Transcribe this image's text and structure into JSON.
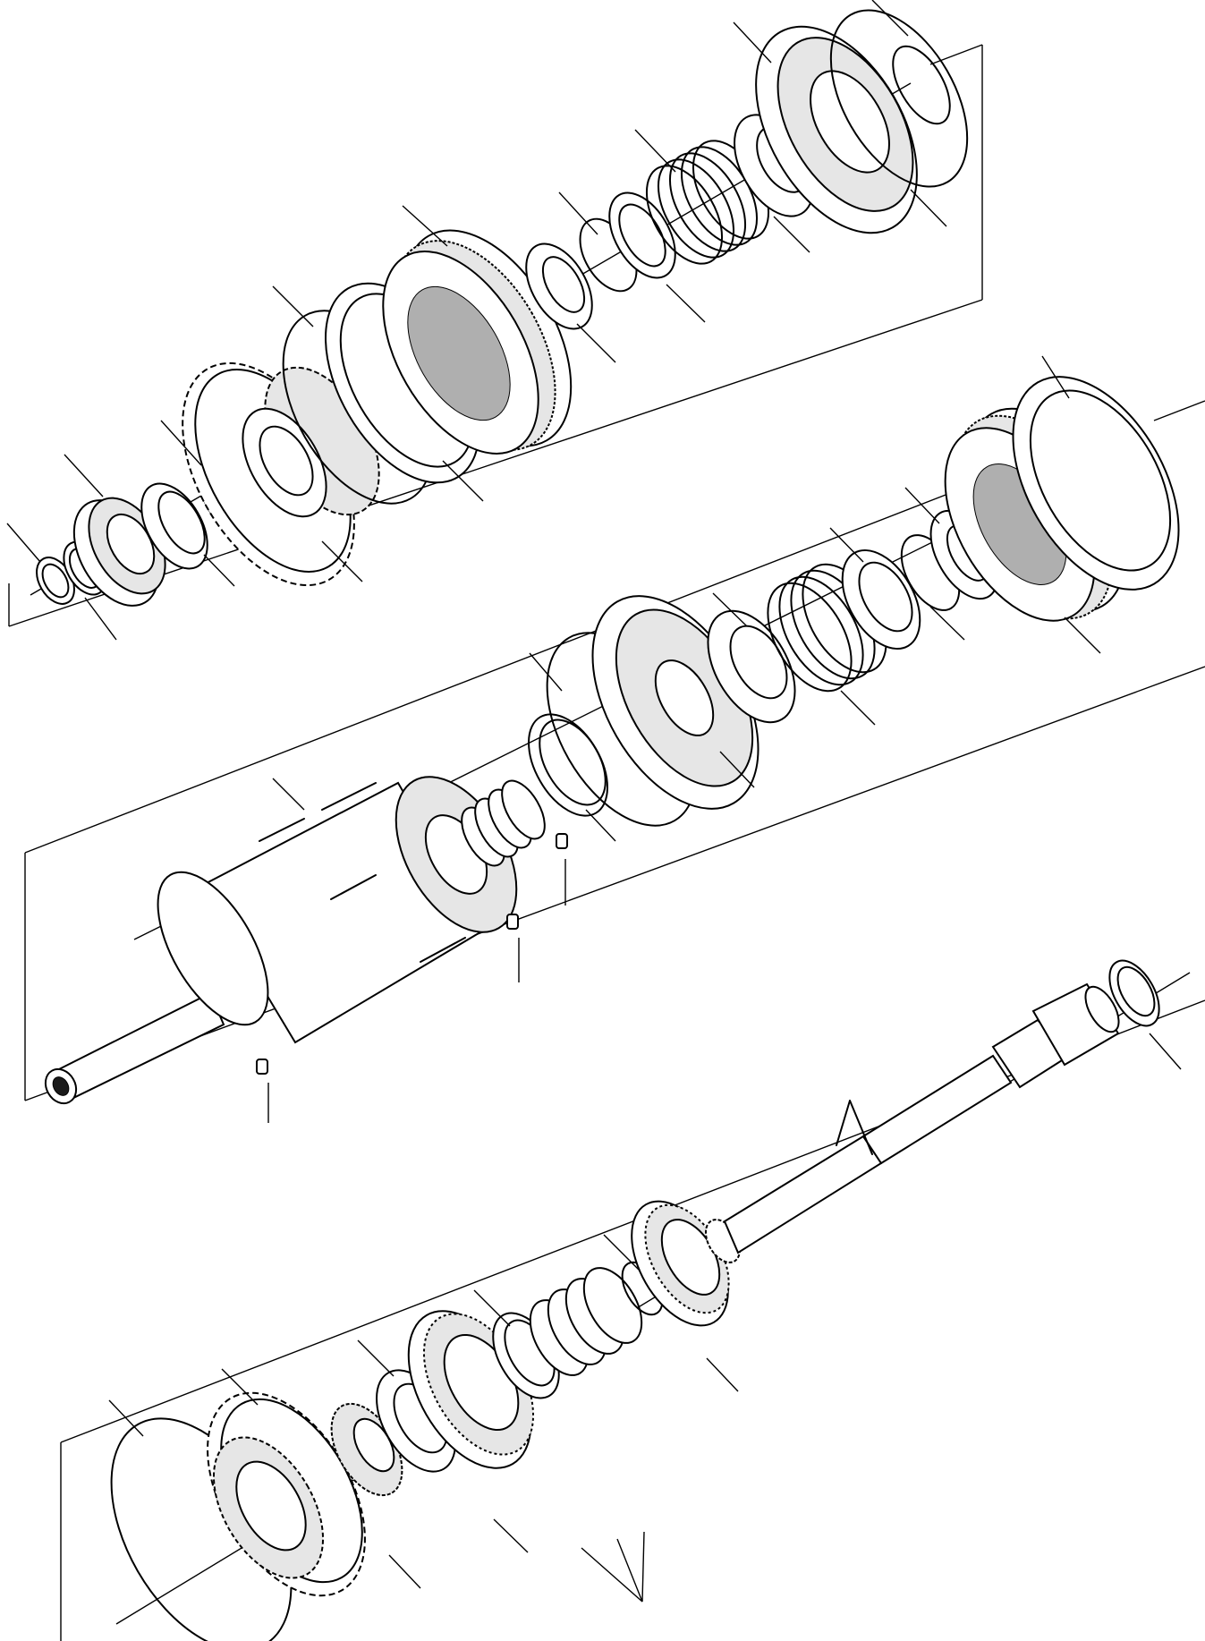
{
  "drawing": {
    "kind": "exploded-parts-diagram",
    "groups": [
      {
        "id": "upper-clutch-assembly",
        "parts": [
          "snap-ring",
          "bearing",
          "thrust-washer",
          "needle-bearing",
          "clutch-gear",
          "snap-ring-large",
          "end-plate",
          "clutch-disc-pack",
          "thrust-washer",
          "thrust-ring",
          "thrust-ring",
          "spring-pack",
          "piston-hub",
          "piston-housing",
          "seal-ring",
          "seal-ring"
        ]
      },
      {
        "id": "middle-clutch-drum-shaft",
        "parts": [
          "clutch-drum-shaft",
          "seal-rings",
          "plug",
          "plug",
          "plug",
          "seal-ring",
          "seal-ring-large",
          "piston",
          "piston-hub",
          "spring-pack",
          "thrust-washer",
          "thrust-ring",
          "thrust-ring",
          "clutch-disc-pack",
          "end-plate"
        ]
      },
      {
        "id": "lower-output-shaft",
        "parts": [
          "snap-ring-large",
          "gear",
          "needle-bearing",
          "thrust-washer",
          "bearing",
          "snap-ring",
          "shim-washers",
          "snap-ring",
          "bearing",
          "shaft",
          "seal-ring"
        ]
      }
    ],
    "icons": [
      "break-mark-icon"
    ]
  }
}
